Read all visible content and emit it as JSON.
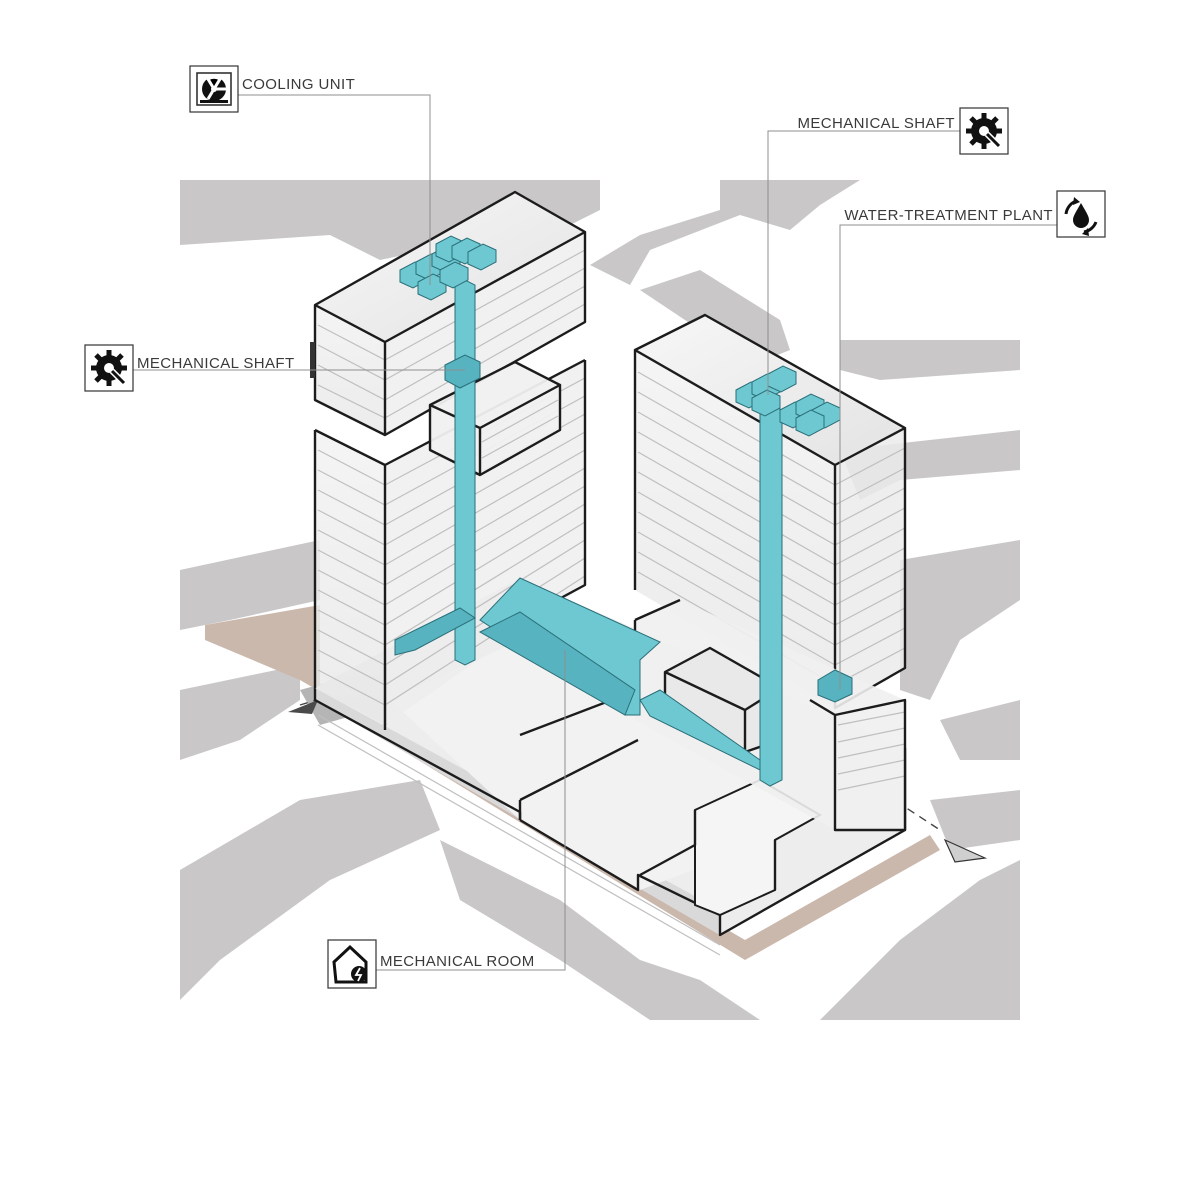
{
  "labels": {
    "cooling_unit": "COOLING UNIT",
    "mechanical_shaft_left": "MECHANICAL SHAFT",
    "mechanical_shaft_right": "MECHANICAL SHAFT",
    "water_treatment_plant": "WATER-TREATMENT PLANT",
    "mechanical_room": "MECHANICAL ROOM"
  },
  "icons": {
    "cooling_unit": "radiation-fan-icon",
    "mechanical_shaft_left": "gear-wrench-icon",
    "mechanical_shaft_right": "gear-wrench-icon",
    "water_treatment_plant": "water-recycle-icon",
    "mechanical_room": "house-power-icon"
  },
  "colors": {
    "services": "#6ec8d2",
    "ground": "#c9c7c8",
    "site": "#cbb8ad",
    "outline": "#1c1c1c"
  }
}
